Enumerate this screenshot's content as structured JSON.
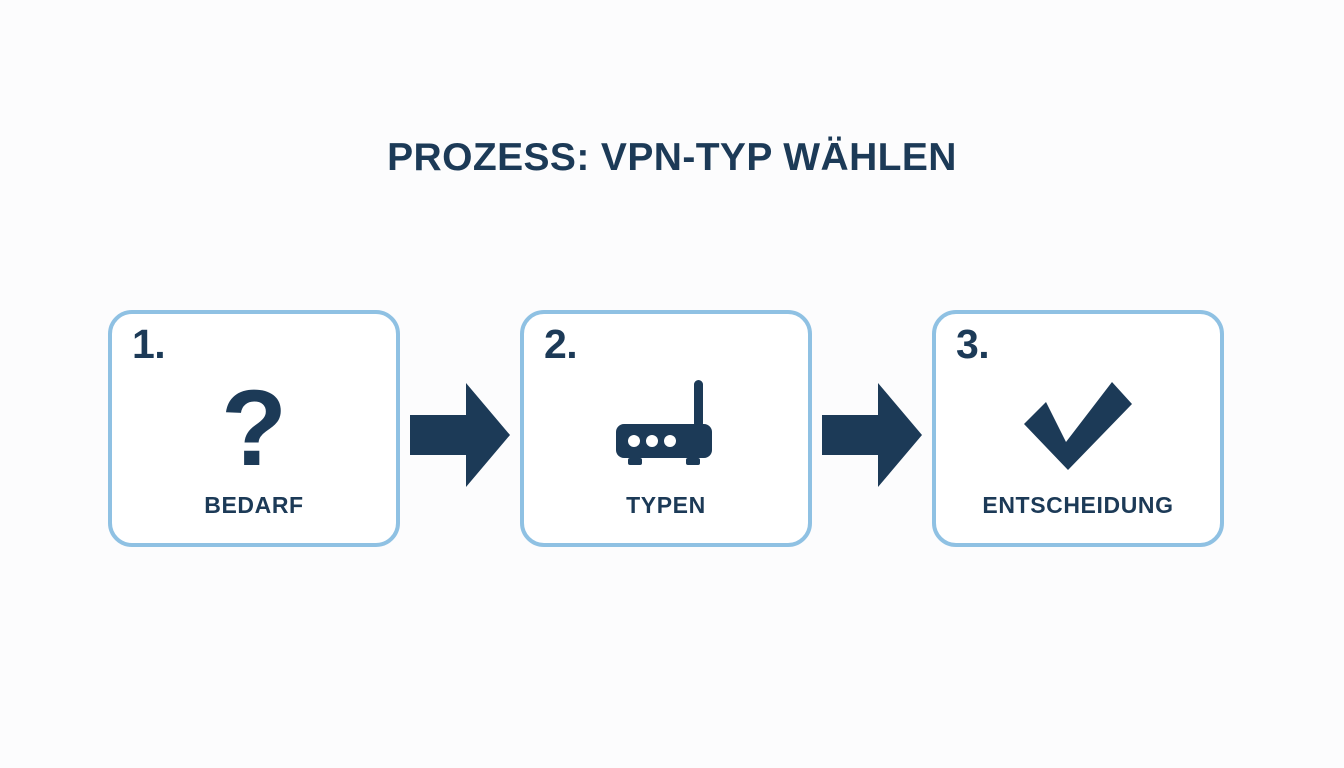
{
  "page": {
    "title": "PROZESS: VPN-TYP WÄHLEN",
    "background_color": "#fcfcfd",
    "accent_navy": "#1c3a57",
    "accent_light_blue": "#8fc1e3",
    "card_fill": "#ffffff"
  },
  "steps": [
    {
      "number": "1.",
      "label": "BEDARF",
      "icon": "question-mark-icon",
      "icon_glyph": "?"
    },
    {
      "number": "2.",
      "label": "TYPEN",
      "icon": "router-icon",
      "icon_glyph": ""
    },
    {
      "number": "3.",
      "label": "ENTSCHEIDUNG",
      "icon": "checkmark-icon",
      "icon_glyph": ""
    }
  ],
  "connectors": [
    {
      "name": "arrow-step1-to-step2",
      "direction": "right"
    },
    {
      "name": "arrow-step2-to-step3",
      "direction": "right"
    }
  ]
}
